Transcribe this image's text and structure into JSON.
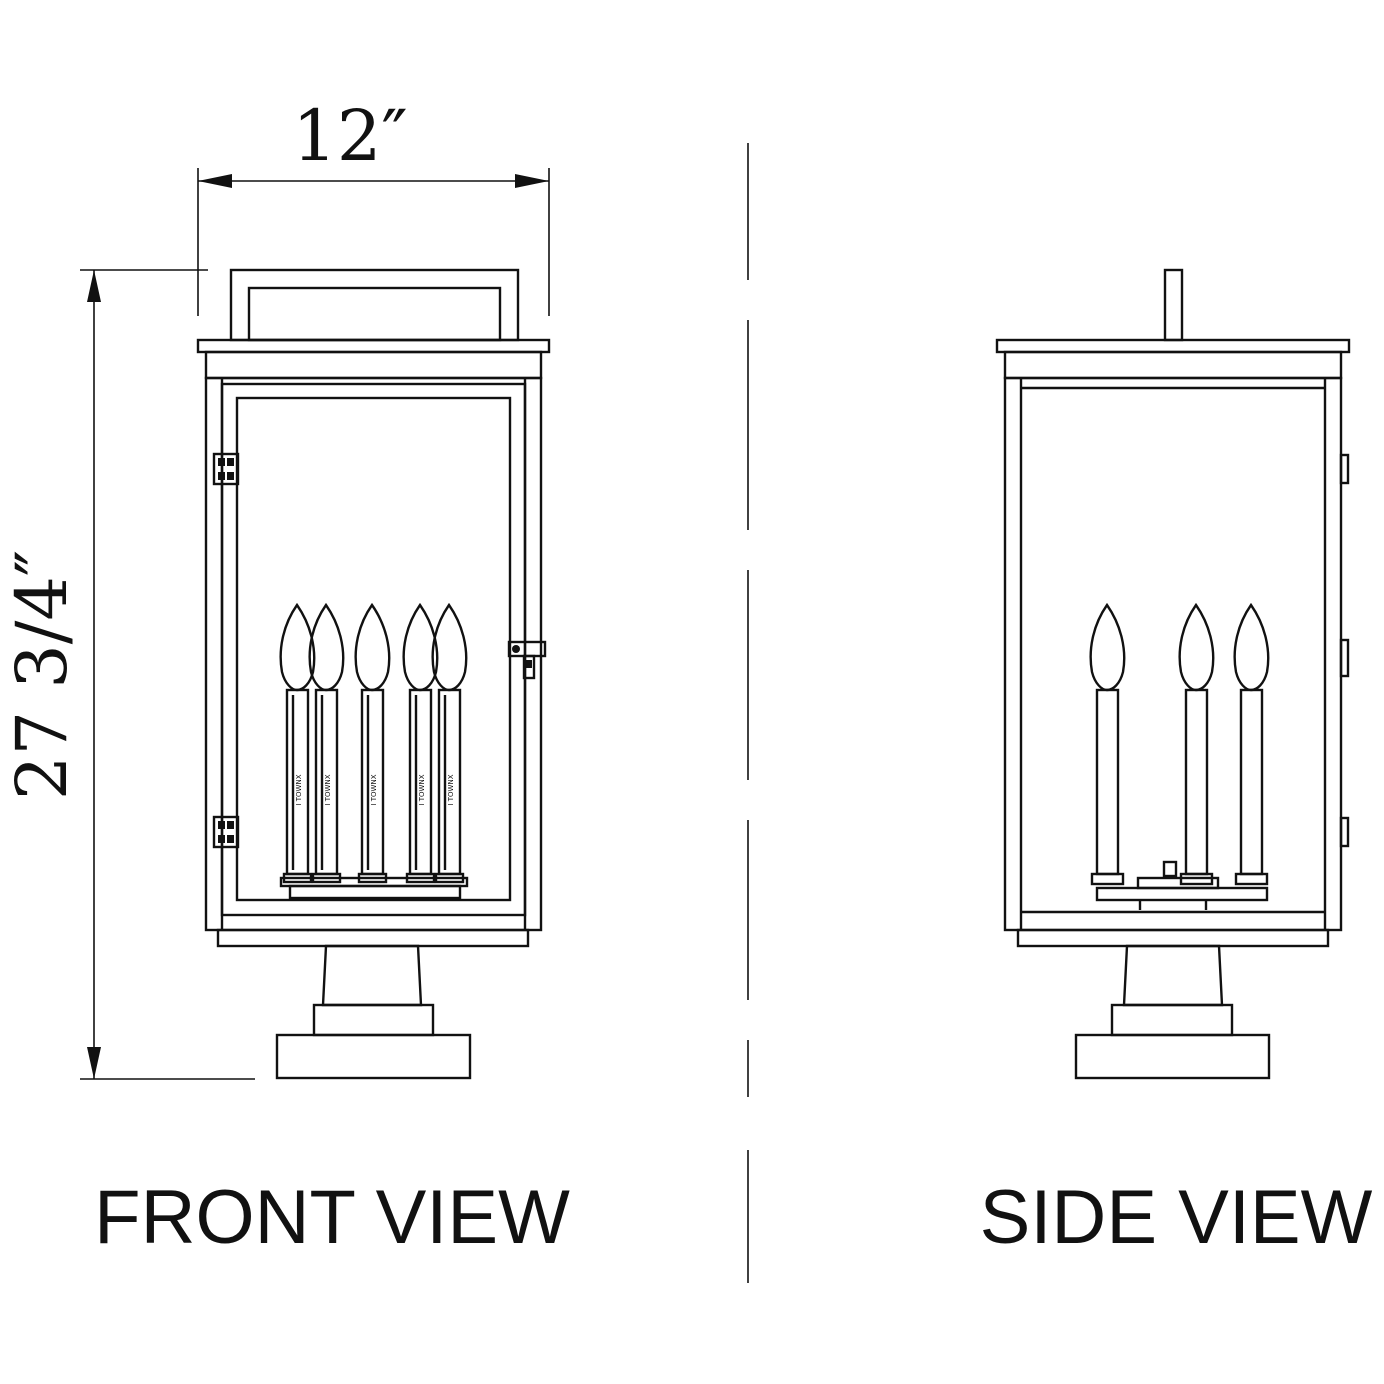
{
  "dimensions": {
    "width_label": "12″",
    "height_label": "27 3/4″"
  },
  "views": {
    "front_label": "FRONT VIEW",
    "side_label": "SIDE VIEW"
  },
  "candle_text": "I TOWNX",
  "colors": {
    "line": "#111111",
    "background": "#ffffff"
  }
}
